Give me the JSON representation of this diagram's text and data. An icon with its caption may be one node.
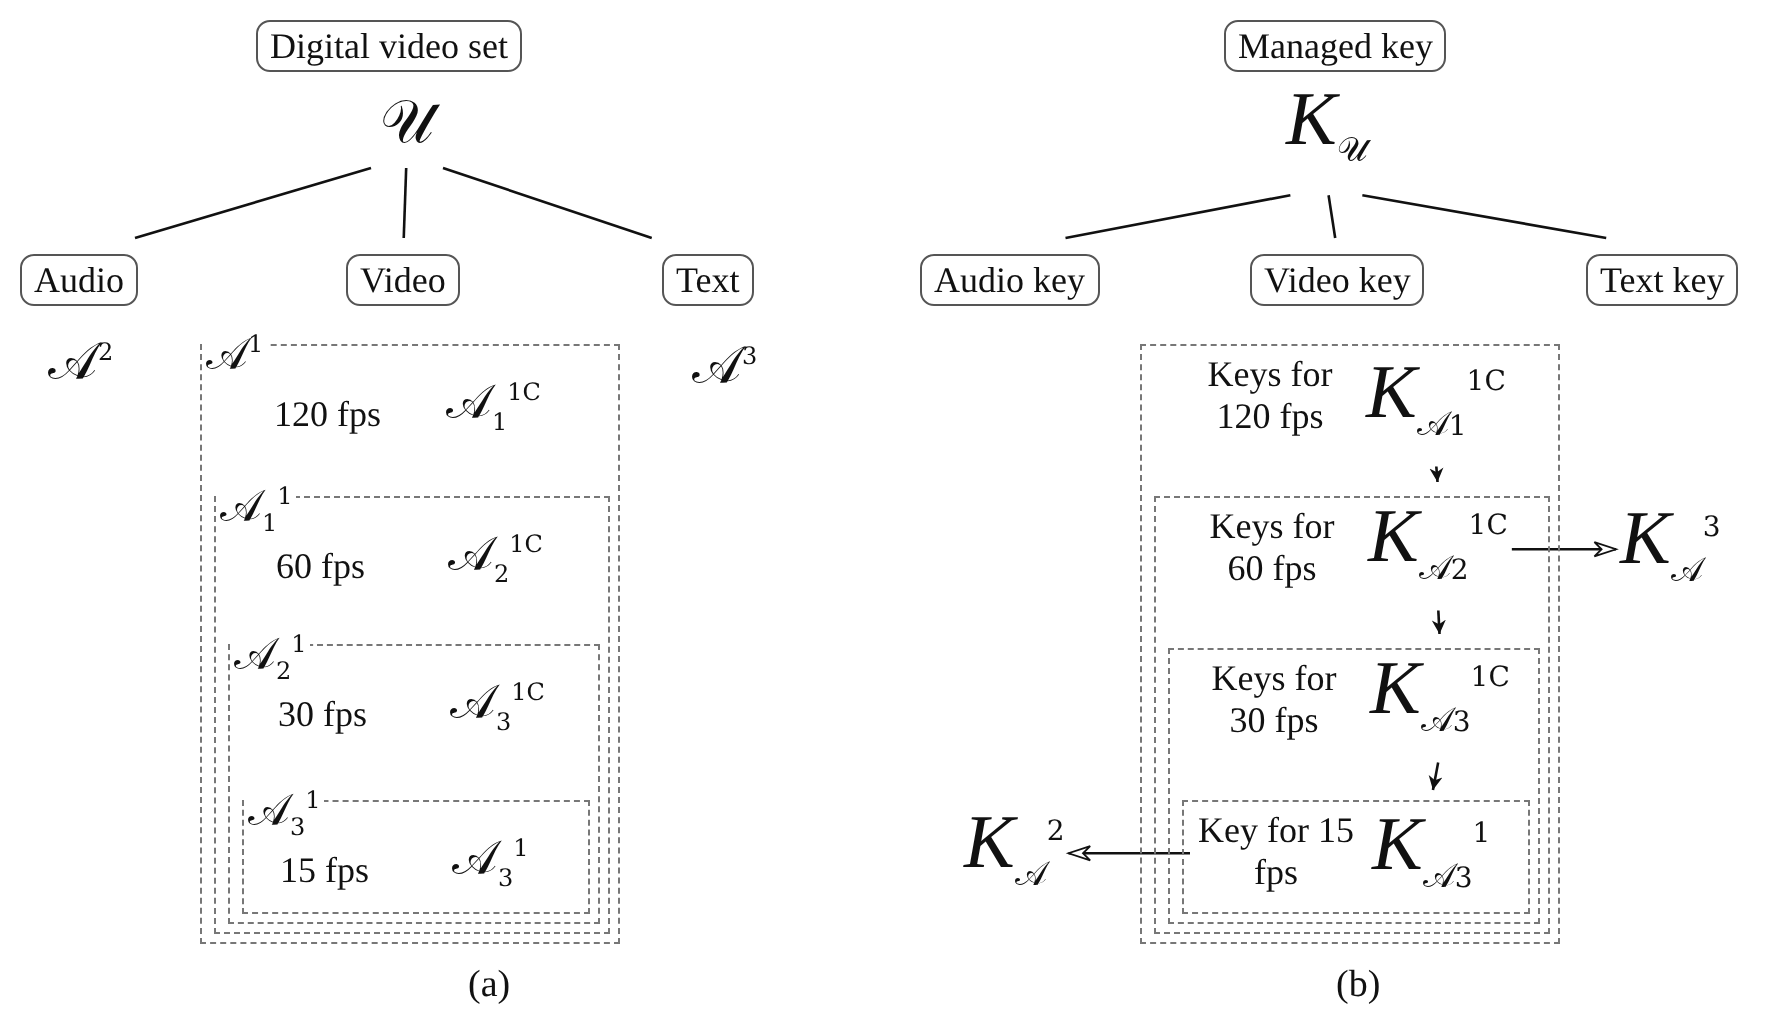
{
  "diagram": {
    "nodes": [
      {
        "text": [
          "Digital video set"
        ]
      },
      {
        "text": [
          "𝒰"
        ]
      },
      {
        "text": [
          "Audio"
        ],
        "beside": [
          "𝒜$^{2}$"
        ]
      },
      {
        "text": [
          "Video"
        ]
      },
      {
        "text": [
          "Text"
        ],
        "beside": [
          "𝒜$^{3}$"
        ]
      },
      {
        "text": [
          "𝒜$^{1}$",
          "120 fps",
          "𝒜$_{1}$$^{1}$$^{C}$"
        ]
      },
      {
        "text": [
          "𝒜$_{1}$$^{1}$",
          "60 fps",
          "𝒜$_{2}$$^{1}$$^{C}$"
        ],
        "in": 5
      },
      {
        "text": [
          "𝒜$_{2}$$^{1}$",
          "30 fps",
          "𝒜$_{3}$$^{1}$$^{C}$"
        ],
        "in": 6
      },
      {
        "text": [
          "𝒜$_{3}$$^{1}$",
          "15 fps",
          "𝒜$_{3}$$^{1}$"
        ],
        "in": 7
      },
      {
        "text": [
          "Managed key"
        ]
      },
      {
        "text": [
          "K$_{𝒰}$"
        ]
      },
      {
        "text": [
          "Audio key"
        ]
      },
      {
        "text": [
          "Video key"
        ]
      },
      {
        "text": [
          "Text key"
        ]
      },
      {
        "text": [
          "Keys for 120 fps"
        ]
      },
      {
        "text": [
          "K$_{𝒜}$$_{1}$$^{1}$$^{C}$"
        ],
        "in": 14
      },
      {
        "text": [
          "Keys for 60 fps"
        ],
        "in": 14
      },
      {
        "text": [
          "K$_{𝒜}$$_{2}$$^{1}$$^{C}$"
        ],
        "in": 16
      },
      {
        "text": [
          "Keys for 30 fps"
        ],
        "in": 16
      },
      {
        "text": [
          "K$_{𝒜}$$_{3}$$^{1}$$^{C}$"
        ],
        "in": 18
      },
      {
        "text": [
          "Key for 15 fps"
        ],
        "in": 18
      },
      {
        "text": [
          "K$_{𝒜}$$_{3}$$^{1}$"
        ],
        "in": 20
      },
      {
        "text": [
          "K$_{𝒜}$$^{3}$"
        ]
      },
      {
        "text": [
          "K$_{𝒜}$$^{2}$"
        ]
      }
    ],
    "edges": [
      {
        "from": 1,
        "to": 2,
        "arrow": "none"
      },
      {
        "from": 1,
        "to": 3,
        "arrow": "none"
      },
      {
        "from": 1,
        "to": 4,
        "arrow": "none"
      },
      {
        "from": 10,
        "to": 11,
        "arrow": "none"
      },
      {
        "from": 10,
        "to": 12,
        "arrow": "none"
      },
      {
        "from": 10,
        "to": 13,
        "arrow": "none"
      },
      {
        "from": 15,
        "to": 17,
        "arrow": "to"
      },
      {
        "from": 17,
        "to": 22,
        "arrow": "to"
      },
      {
        "from": 17,
        "to": 19,
        "arrow": "to"
      },
      {
        "from": 19,
        "to": 21,
        "arrow": "to"
      },
      {
        "from": 20,
        "to": 23,
        "arrow": "to"
      }
    ],
    "labels": [
      "(a)",
      "(b)"
    ]
  }
}
